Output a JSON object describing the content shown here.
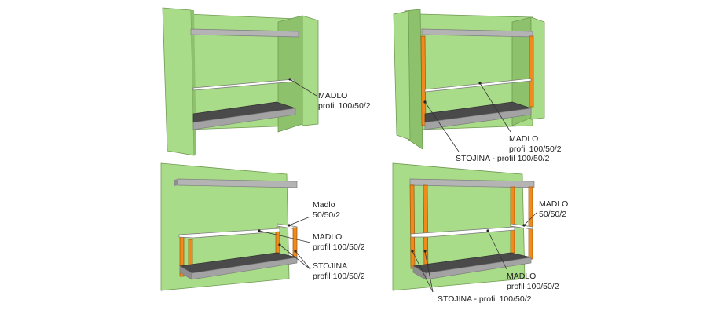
{
  "colors": {
    "wall": "#a9dc88",
    "wall_side": "#8dc16b",
    "wall_dark": "#7aa85a",
    "slab_top": "#4a4a4a",
    "slab_front": "#a3a3a3",
    "beam": "#b4b4b4",
    "post": "#f08a1c",
    "rail": "#ffffff"
  },
  "panels": [
    {
      "id": "top-left",
      "labels": [
        {
          "lines": [
            "MADLO",
            "profil 100/50/2"
          ]
        }
      ]
    },
    {
      "id": "top-right",
      "labels": [
        {
          "lines": [
            "MADLO",
            "profil 100/50/2"
          ]
        },
        {
          "lines": [
            "STOJINA - profil 100/50/2"
          ]
        }
      ]
    },
    {
      "id": "bottom-left",
      "labels": [
        {
          "lines": [
            "Madlo",
            "50/50/2"
          ]
        },
        {
          "lines": [
            "MADLO",
            "profil 100/50/2"
          ]
        },
        {
          "lines": [
            "STOJINA",
            "profil 100/50/2"
          ]
        }
      ]
    },
    {
      "id": "bottom-right",
      "labels": [
        {
          "lines": [
            "MADLO",
            "50/50/2"
          ]
        },
        {
          "lines": [
            "MADLO",
            "profil 100/50/2"
          ]
        },
        {
          "lines": [
            "STOJINA - profil 100/50/2"
          ]
        }
      ]
    }
  ]
}
